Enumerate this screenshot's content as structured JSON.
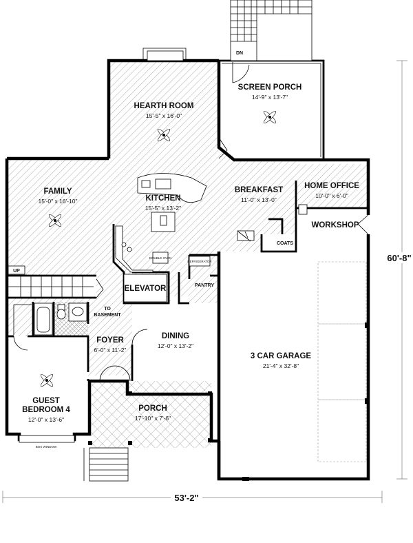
{
  "rooms": {
    "screen_porch": {
      "name": "SCREEN PORCH",
      "dims": "14'-9\" x 13'-7\""
    },
    "hearth_room": {
      "name": "HEARTH ROOM",
      "dims": "15'-5\" x 16'-0\""
    },
    "family": {
      "name": "FAMILY",
      "dims": "15'-0\" x 16'-10\""
    },
    "kitchen": {
      "name": "KITCHEN",
      "dims": "15'-5\" x 13'-2\""
    },
    "breakfast": {
      "name": "BREAKFAST",
      "dims": "11'-0\" x 13'-0\""
    },
    "home_office": {
      "name": "HOME OFFICE",
      "dims": "10'-0\" x 6'-0\""
    },
    "workshop": {
      "name": "WORKSHOP"
    },
    "coats": {
      "name": "COATS"
    },
    "elevator": {
      "name": "ELEVATOR"
    },
    "pantry": {
      "name": "PANTRY"
    },
    "to_basement": {
      "name_line1": "TO",
      "name_line2": "BASEMENT"
    },
    "foyer": {
      "name": "FOYER",
      "dims": "6'-0\" x 11'-2\""
    },
    "dining": {
      "name": "DINING",
      "dims": "12'-0\" x 13'-2\""
    },
    "garage": {
      "name": "3 CAR GARAGE",
      "dims": "21'-4\" x 32'-8\""
    },
    "guest_bedroom": {
      "name_line1": "GUEST",
      "name_line2": "BEDROOM 4",
      "dims": "12'-0\" x 13'-6\""
    },
    "porch": {
      "name": "PORCH",
      "dims": "17'-10\" x 7'-6\""
    }
  },
  "labels": {
    "dn": "DN",
    "up": "UP",
    "box_window": "BOX WINDOW",
    "double_oven": "DOUBLE OVEN",
    "refrigerator": "REFRIGERATOR"
  },
  "overall_dims": {
    "width": "53'-2\"",
    "depth": "60'-8\""
  }
}
